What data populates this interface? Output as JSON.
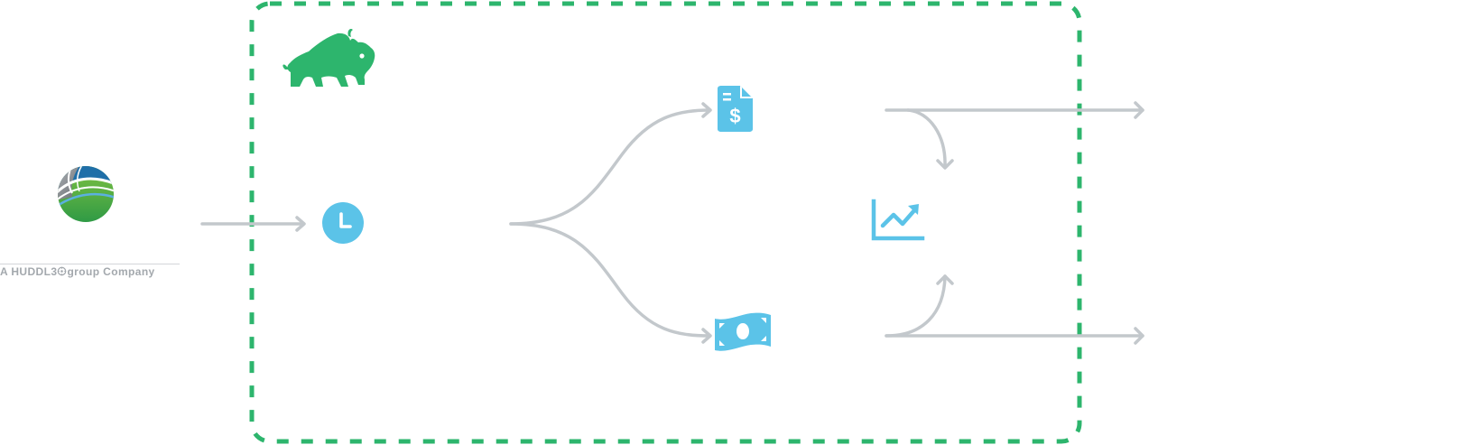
{
  "partner": {
    "tagline_prefix": "A HUDDL3",
    "tagline_suffix": "group  Company",
    "tagline_icon": "gear-icon"
  },
  "nodes": [
    {
      "id": "partner-logo",
      "icon": "sphere-swoosh-logo"
    },
    {
      "id": "brand-logo",
      "icon": "bison-icon"
    },
    {
      "id": "clock",
      "icon": "clock-icon"
    },
    {
      "id": "invoice",
      "icon": "invoice-dollar-icon"
    },
    {
      "id": "cash",
      "icon": "banknote-icon"
    },
    {
      "id": "growth",
      "icon": "trending-chart-icon"
    }
  ],
  "edges": [
    {
      "from": "partner-logo",
      "to": "clock"
    },
    {
      "from": "clock",
      "to": "invoice"
    },
    {
      "from": "clock",
      "to": "cash"
    },
    {
      "from": "invoice",
      "to": "growth"
    },
    {
      "from": "invoice",
      "to": "external-top"
    },
    {
      "from": "cash",
      "to": "growth"
    },
    {
      "from": "cash",
      "to": "external-bottom"
    }
  ],
  "colors": {
    "boundary": "#2db56d",
    "brand": "#2db56d",
    "icon": "#5bc3e8",
    "connector": "#c3c8cc",
    "caption": "#a3a8ad"
  }
}
